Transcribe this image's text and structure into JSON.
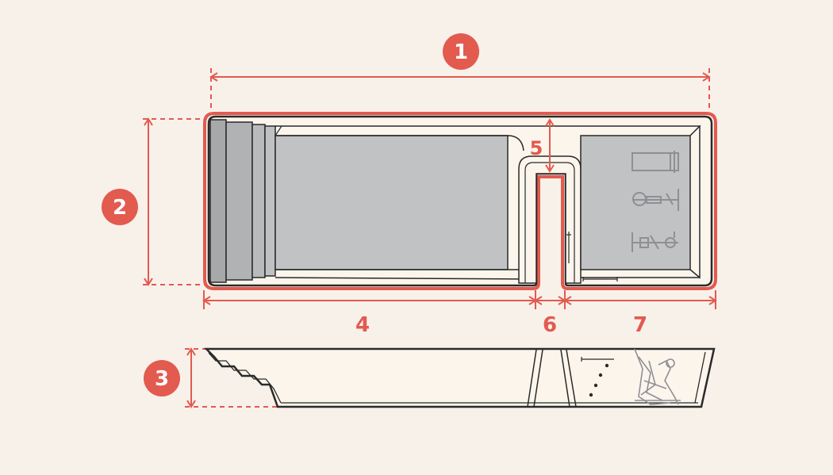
{
  "colors": {
    "background": "#f8f1ea",
    "accent": "#e35a4f",
    "water": "#c0c2c3",
    "outline": "#2a2a2a",
    "equipment": "#8f8f94"
  },
  "badges": [
    {
      "label": "1"
    },
    {
      "label": "2"
    },
    {
      "label": "3"
    }
  ],
  "dimension_labels": [
    {
      "label": "4"
    },
    {
      "label": "5"
    },
    {
      "label": "6"
    },
    {
      "label": "7"
    }
  ],
  "icons": [
    "treadmill-icon",
    "bike-icon",
    "exercise-bike-icon"
  ]
}
